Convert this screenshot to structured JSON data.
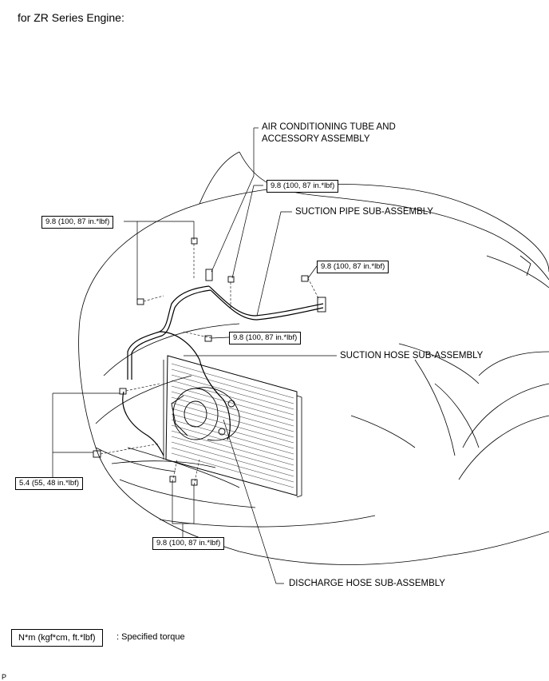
{
  "header": {
    "title": "for ZR Series Engine:"
  },
  "labels": {
    "ac_tube": [
      "AIR CONDITIONING TUBE AND",
      "ACCESSORY ASSEMBLY"
    ],
    "suction_pipe": "SUCTION PIPE SUB-ASSEMBLY",
    "suction_hose": "SUCTION HOSE SUB-ASSEMBLY",
    "discharge_hose": "DISCHARGE HOSE SUB-ASSEMBLY"
  },
  "torques": {
    "t1": "9.8 (100, 87 in.*lbf)",
    "t2": "9.8 (100, 87 in.*lbf)",
    "t3": "9.8 (100, 87 in.*lbf)",
    "t4": "9.8 (100, 87 in.*lbf)",
    "t5": "5.4 (55, 48 in.*lbf)",
    "t6": "9.8 (100, 87 in.*lbf)"
  },
  "legend": {
    "unit": "N*m (kgf*cm, ft.*lbf)",
    "desc": ": Specified torque"
  },
  "page_code": "P"
}
